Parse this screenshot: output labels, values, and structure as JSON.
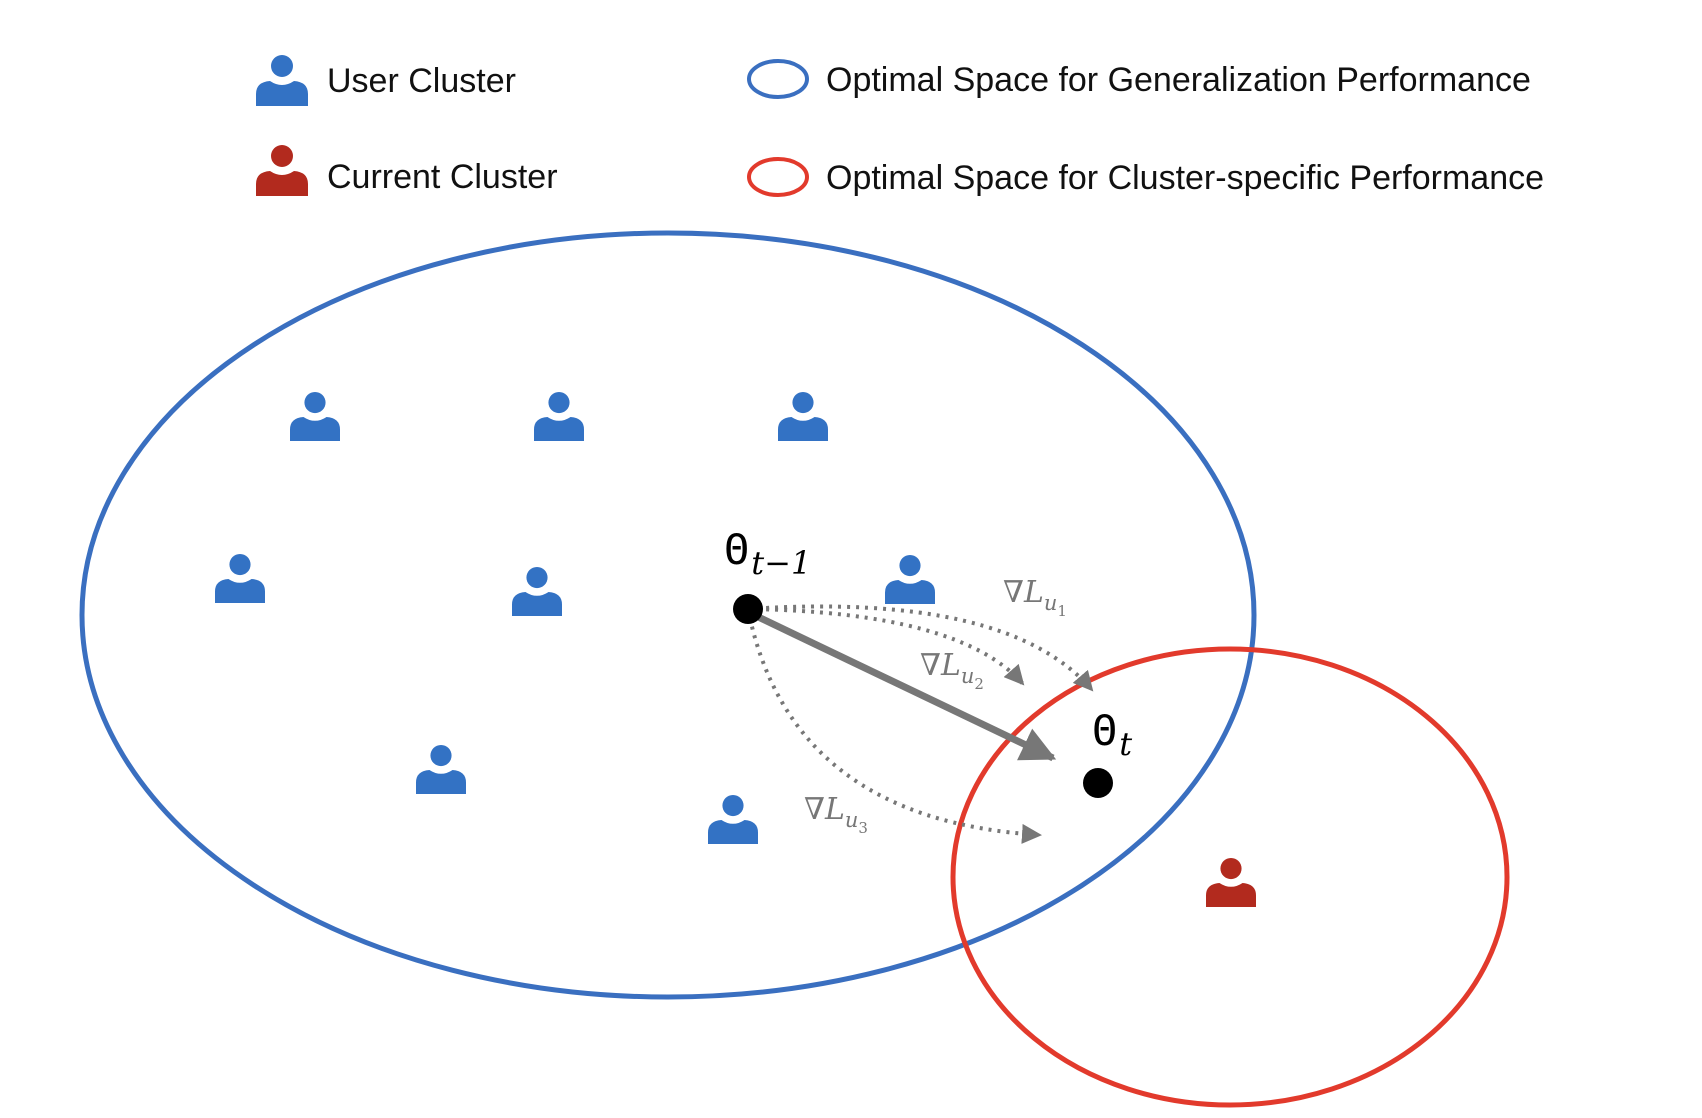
{
  "legend": {
    "user_cluster": "User Cluster",
    "current_cluster": "Current Cluster",
    "generalization_space": "Optimal Space for Generalization Performance",
    "cluster_specific_space": "Optimal Space for Cluster-specific Performance"
  },
  "points": {
    "prev": {
      "symbol": "Θ",
      "sub": "t−1"
    },
    "next": {
      "symbol": "Θ",
      "sub": "t"
    }
  },
  "gradients": [
    {
      "nabla": "∇",
      "L": "L",
      "sub": "u",
      "subsub": "1"
    },
    {
      "nabla": "∇",
      "L": "L",
      "sub": "u",
      "subsub": "2"
    },
    {
      "nabla": "∇",
      "L": "L",
      "sub": "u",
      "subsub": "3"
    }
  ],
  "colors": {
    "user": "#3372c4",
    "current": "#b22a1e",
    "blue_ellipse": "#3a6fc0",
    "red_ellipse": "#e23a2c",
    "arrow": "#777777"
  },
  "icons": {
    "user": "person-icon",
    "current": "person-icon"
  }
}
